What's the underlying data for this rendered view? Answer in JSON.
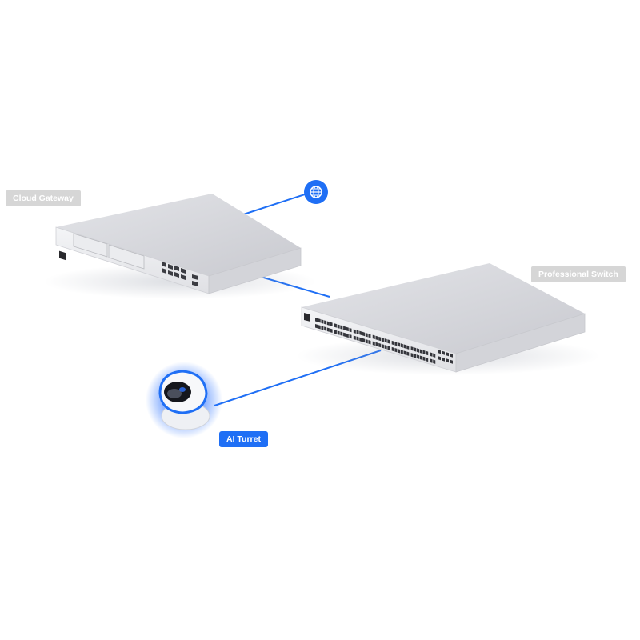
{
  "nodes": {
    "cloud_gateway": {
      "label": "Cloud Gateway"
    },
    "professional_switch": {
      "label": "Professional Switch"
    },
    "ai_turret": {
      "label": "AI Turret"
    }
  },
  "internet": {
    "icon": "globe-icon"
  },
  "colors": {
    "link": "#1f6ff5",
    "device_body": "#e2e3e7",
    "device_top": "#d6d7dc",
    "highlight_glow": "#2f74ff",
    "grey_label": "#d6d6d6"
  }
}
